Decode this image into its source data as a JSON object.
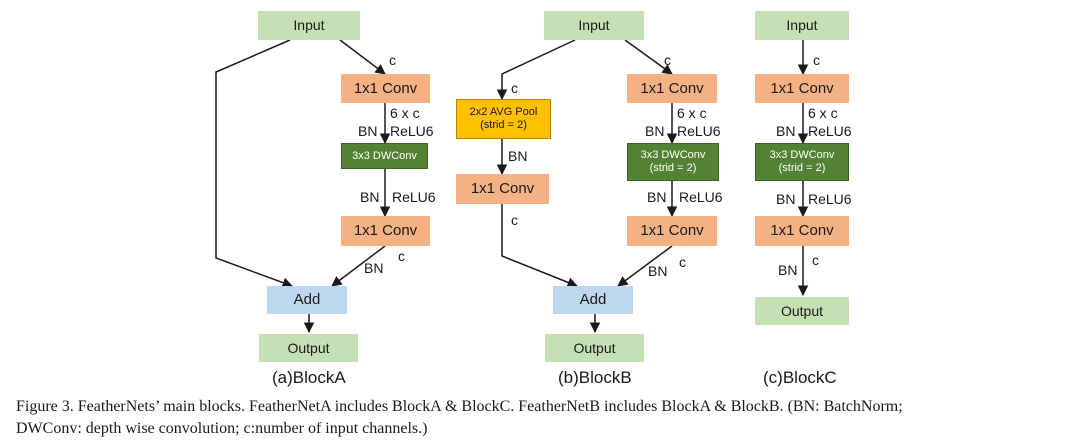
{
  "block_a": {
    "input": "Input",
    "conv1": "1x1 Conv",
    "dwconv": "3x3 DWConv",
    "conv2": "1x1 Conv",
    "add": "Add",
    "output": "Output",
    "label_c_top": "c",
    "label_6xc": "6 x c",
    "label_bn_relu_1": "BN",
    "label_relu_1": "ReLU6",
    "label_bn_2": "BN",
    "label_relu_2": "ReLU6",
    "label_bn_3": "BN",
    "label_c_bottom": "c",
    "caption": "(a)BlockA"
  },
  "block_b": {
    "input": "Input",
    "pool_line1": "2x2 AVG Pool",
    "pool_line2": "(strid = 2)",
    "conv_left": "1x1 Conv",
    "conv1": "1x1 Conv",
    "dwconv_line1": "3x3 DWConv",
    "dwconv_line2": "(strid = 2)",
    "conv2": "1x1 Conv",
    "add": "Add",
    "output": "Output",
    "label_c_left_top": "c",
    "label_bn_left": "BN",
    "label_c_left_bottom": "c",
    "label_c_top": "c",
    "label_6xc": "6 x c",
    "label_bn_1": "BN",
    "label_relu_1": "ReLU6",
    "label_bn_2": "BN",
    "label_relu_2": "ReLU6",
    "label_bn_3": "BN",
    "label_c_bottom": "c",
    "caption": "(b)BlockB"
  },
  "block_c": {
    "input": "Input",
    "conv1": "1x1 Conv",
    "dwconv_line1": "3x3 DWConv",
    "dwconv_line2": "(strid = 2)",
    "conv2": "1x1 Conv",
    "output": "Output",
    "label_c_top": "c",
    "label_6xc": "6 x c",
    "label_bn_1": "BN",
    "label_relu_1": "ReLU6",
    "label_bn_2": "BN",
    "label_relu_2": "ReLU6",
    "label_bn_3": "BN",
    "label_c_bottom": "c",
    "caption": "(c)BlockC"
  },
  "figure_caption": {
    "line1": "Figure 3. FeatherNets’ main blocks. FeatherNetA includes BlockA & BlockC. FeatherNetB includes BlockA & BlockB. (BN: BatchNorm;",
    "line2": "DWConv: depth wise convolution; c:number of input channels.)"
  }
}
